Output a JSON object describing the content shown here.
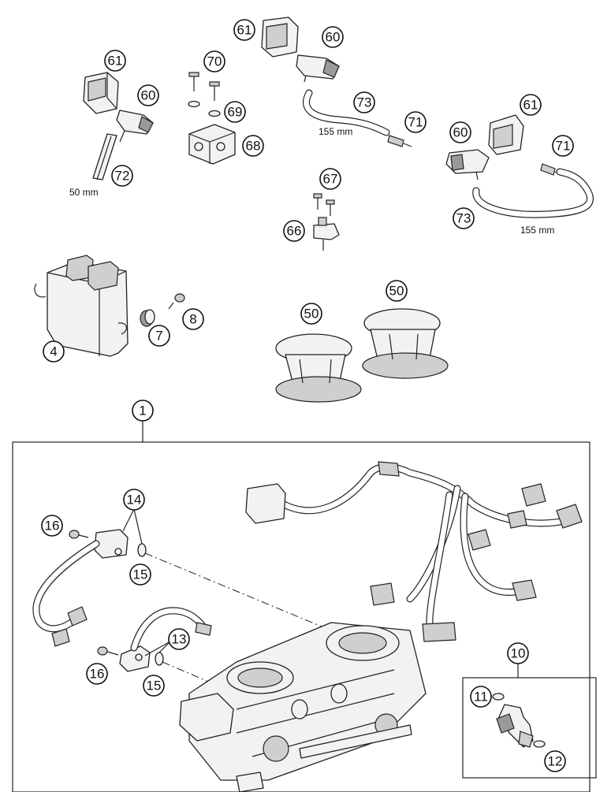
{
  "callouts": [
    {
      "id": "c61a",
      "label": "61"
    },
    {
      "id": "c60a",
      "label": "60"
    },
    {
      "id": "c72",
      "label": "72"
    },
    {
      "id": "c70",
      "label": "70"
    },
    {
      "id": "c69",
      "label": "69"
    },
    {
      "id": "c68",
      "label": "68"
    },
    {
      "id": "c61b",
      "label": "61"
    },
    {
      "id": "c60b",
      "label": "60"
    },
    {
      "id": "c73a",
      "label": "73"
    },
    {
      "id": "c71a",
      "label": "71"
    },
    {
      "id": "c67",
      "label": "67"
    },
    {
      "id": "c66",
      "label": "66"
    },
    {
      "id": "c61c",
      "label": "61"
    },
    {
      "id": "c60c",
      "label": "60"
    },
    {
      "id": "c71b",
      "label": "71"
    },
    {
      "id": "c73b",
      "label": "73"
    },
    {
      "id": "c4",
      "label": "4"
    },
    {
      "id": "c7",
      "label": "7"
    },
    {
      "id": "c8",
      "label": "8"
    },
    {
      "id": "c50a",
      "label": "50"
    },
    {
      "id": "c50b",
      "label": "50"
    },
    {
      "id": "c1",
      "label": "1"
    },
    {
      "id": "c14",
      "label": "14"
    },
    {
      "id": "c16a",
      "label": "16"
    },
    {
      "id": "c15a",
      "label": "15"
    },
    {
      "id": "c13",
      "label": "13"
    },
    {
      "id": "c16b",
      "label": "16"
    },
    {
      "id": "c15b",
      "label": "15"
    },
    {
      "id": "c10",
      "label": "10"
    },
    {
      "id": "c11",
      "label": "11"
    },
    {
      "id": "c12",
      "label": "12"
    }
  ],
  "dimensions": {
    "hose_short": "50 mm",
    "hose_long_a": "155 mm",
    "hose_long_b": "155 mm"
  }
}
